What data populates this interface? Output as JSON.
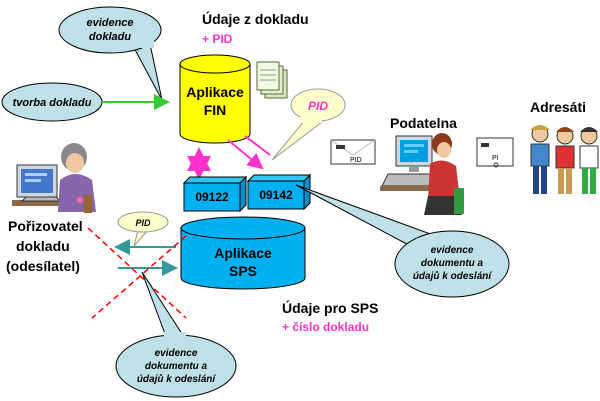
{
  "callouts": {
    "evidence_dokladu": [
      "evidence",
      "dokladu"
    ],
    "tvorba_dokladu": "tvorba dokladu",
    "pid_bubble_right": "PID",
    "pid_bubble_left": "PID",
    "evidence_dokumentu_right": [
      "evidence",
      "dokumentu a",
      "údajů k odeslání"
    ],
    "evidence_dokumentu_bottom": [
      "evidence",
      "dokumentu a",
      "údajů k odeslání"
    ]
  },
  "fin": {
    "header": "Údaje z dokladu",
    "header_extra": "+ PID",
    "label": [
      "Aplikace",
      "FIN"
    ]
  },
  "sps": {
    "label": [
      "Aplikace",
      "SPS"
    ],
    "boxes": [
      "09122",
      "09142"
    ],
    "footer": "Údaje pro SPS",
    "footer_extra": "+ číslo dokladu"
  },
  "actors": {
    "podatelna": "Podatelna",
    "adresati": "Adresáti",
    "porizovatel": [
      "Pořizovatel",
      "dokladu",
      "(odesílatel)"
    ]
  },
  "envelopes": {
    "left": "PID",
    "right": "PI"
  },
  "colors": {
    "callout_fill": "#bfe0e6",
    "fin_fill": "#ffff00",
    "sps_fill": "#00b0f0",
    "magenta": "#ff33cc",
    "green_arrow": "#33cc33",
    "cross": "#ff0000",
    "teal_arrow": "#339999"
  }
}
